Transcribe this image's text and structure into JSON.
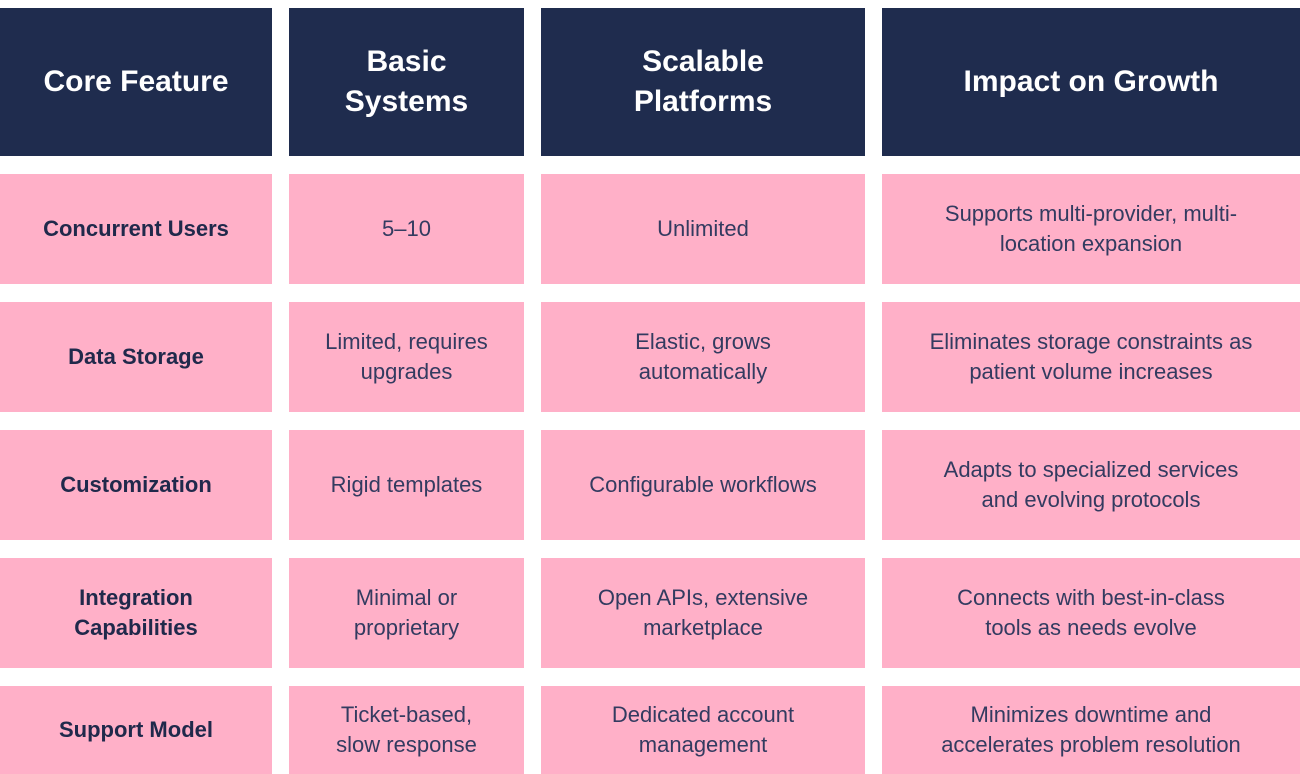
{
  "chart_data": {
    "type": "table",
    "columns": [
      "Core Feature",
      "Basic Systems",
      "Scalable Platforms",
      "Impact on Growth"
    ],
    "rows": [
      [
        "Concurrent Users",
        "5–10",
        "Unlimited",
        "Supports multi-provider, multi-location expansion"
      ],
      [
        "Data Storage",
        "Limited, requires upgrades",
        "Elastic, grows automatically",
        "Eliminates storage constraints as patient volume increases"
      ],
      [
        "Customization",
        "Rigid templates",
        "Configurable workflows",
        "Adapts to specialized services and evolving protocols"
      ],
      [
        "Integration Capabilities",
        "Minimal or proprietary",
        "Open APIs, extensive marketplace",
        "Connects with best-in-class tools as needs evolve"
      ],
      [
        "Support Model",
        "Ticket-based, slow response",
        "Dedicated account management",
        "Minimizes downtime and accelerates problem resolution"
      ]
    ]
  },
  "display": {
    "header": [
      "Core Feature",
      [
        "Basic",
        "Systems"
      ],
      [
        "Scalable",
        "Platforms"
      ],
      "Impact on Growth"
    ],
    "rows": [
      [
        "Concurrent Users",
        "5–10",
        "Unlimited",
        [
          "Supports multi-provider, multi-",
          "location expansion"
        ]
      ],
      [
        "Data Storage",
        [
          "Limited, requires",
          "upgrades"
        ],
        [
          "Elastic, grows",
          "automatically"
        ],
        [
          "Eliminates storage constraints as",
          "patient volume increases"
        ]
      ],
      [
        "Customization",
        "Rigid templates",
        "Configurable workflows",
        [
          "Adapts to specialized services",
          "and evolving protocols"
        ]
      ],
      [
        [
          "Integration",
          "Capabilities"
        ],
        [
          "Minimal or",
          "proprietary"
        ],
        [
          "Open APIs, extensive",
          "marketplace"
        ],
        [
          "Connects with best-in-class",
          "tools as needs evolve"
        ]
      ],
      [
        "Support Model",
        [
          "Ticket-based,",
          "slow response"
        ],
        [
          "Dedicated account",
          "management"
        ],
        [
          "Minimizes downtime and",
          "accelerates problem resolution"
        ]
      ]
    ]
  },
  "colors": {
    "header_bg": "#1F2C4E",
    "header_text": "#FFFFFF",
    "cell_bg": "#FFB0C8",
    "body_text": "#333B60",
    "feature_text": "#20294B"
  }
}
